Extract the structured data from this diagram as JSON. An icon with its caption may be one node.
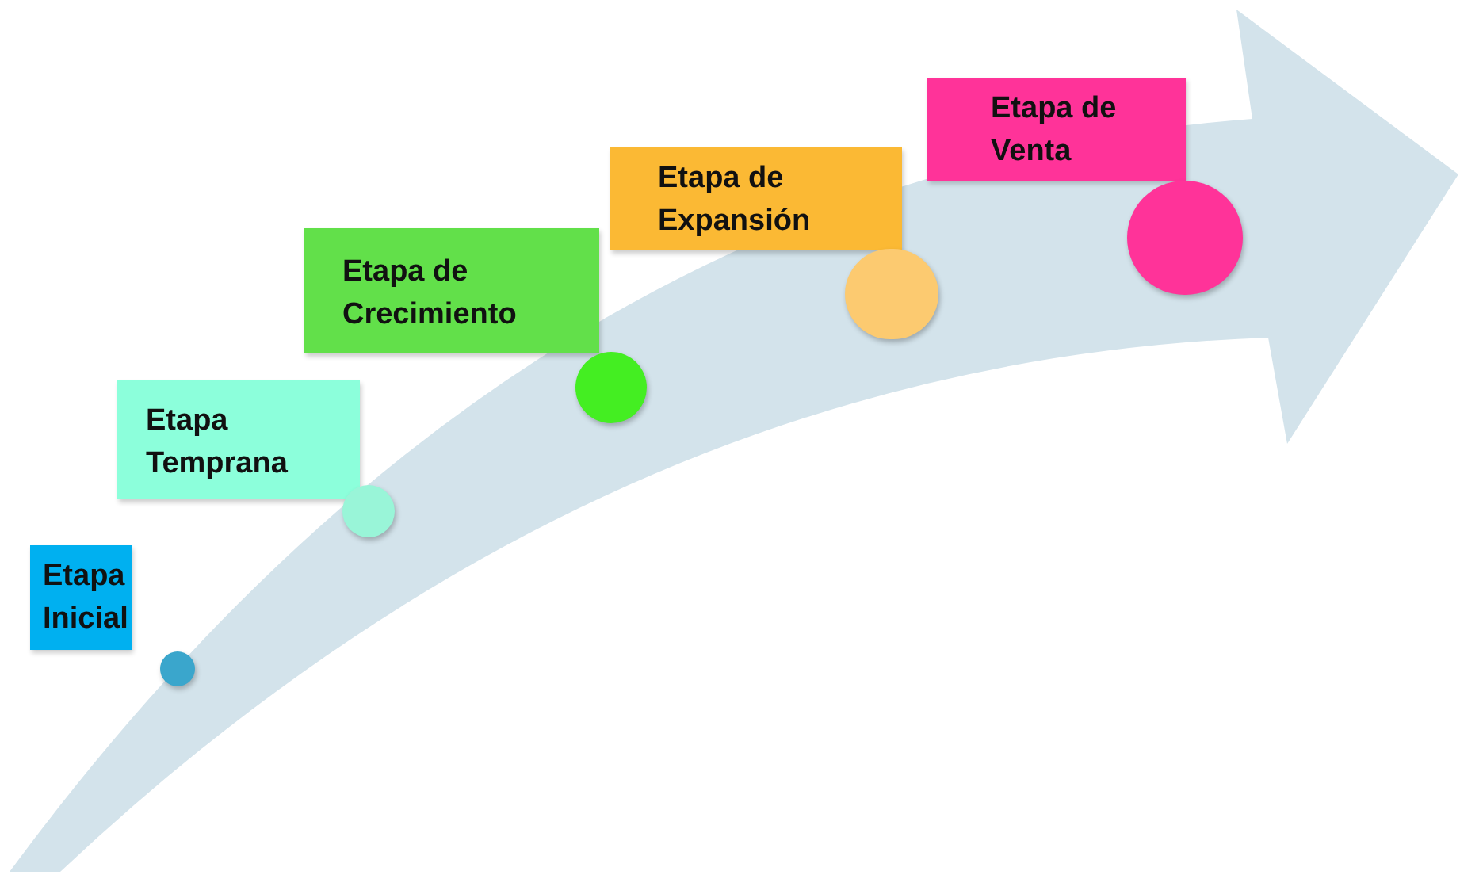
{
  "diagram": {
    "nodes": [
      {
        "text": [
          "Etapa Inicial"
        ]
      },
      {
        "text": [],
        "shape": "circle"
      },
      {
        "text": [
          "Etapa Temprana"
        ]
      },
      {
        "text": [],
        "shape": "circle"
      },
      {
        "text": [
          "Etapa de Crecimiento"
        ]
      },
      {
        "text": [],
        "shape": "circle"
      },
      {
        "text": [
          "Etapa de Expansión"
        ]
      },
      {
        "text": [],
        "shape": "circle"
      },
      {
        "text": [
          "Etapa de Venta"
        ]
      },
      {
        "text": [],
        "shape": "circle"
      }
    ]
  }
}
